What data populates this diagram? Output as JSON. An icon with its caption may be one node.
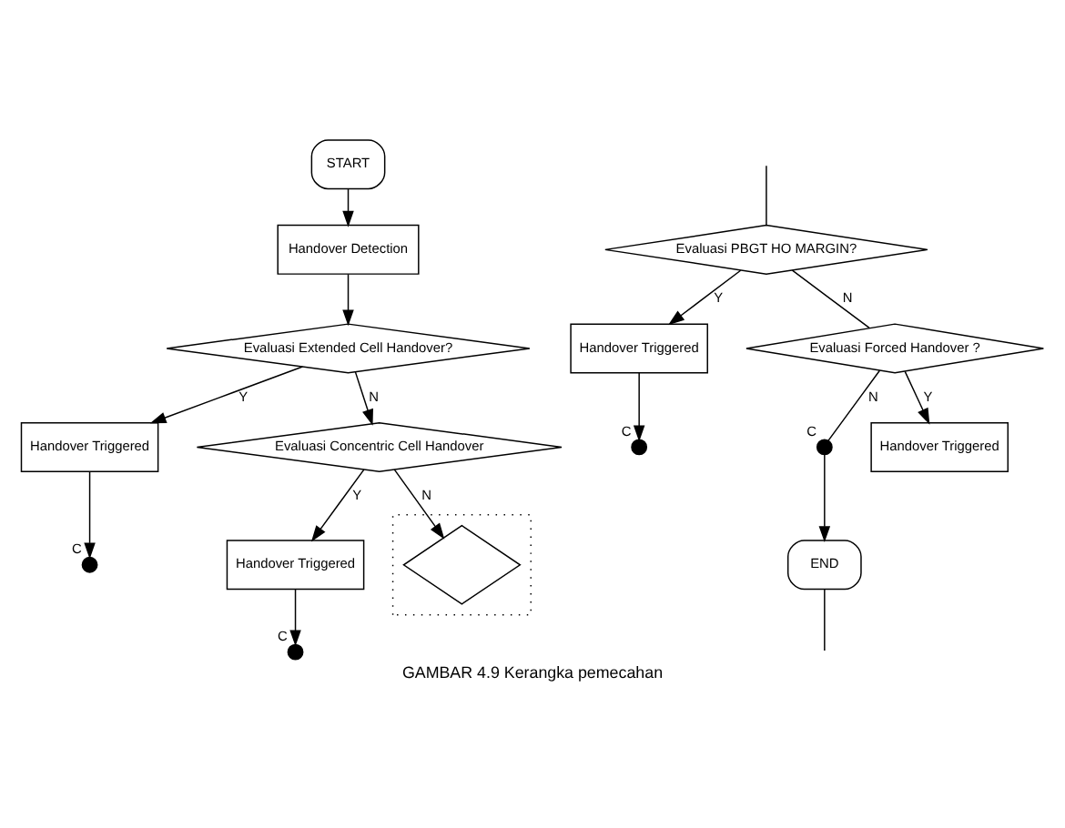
{
  "diagram": {
    "caption": "GAMBAR 4.9 Kerangka pemecahan",
    "nodes": [
      {
        "text": [
          "START"
        ]
      },
      {
        "text": [
          "Handover Detection"
        ]
      },
      {
        "text": [
          "Evaluasi Extended Cell Handover?"
        ]
      },
      {
        "text": [
          "Handover Triggered"
        ]
      },
      {
        "text": [],
        "shape": "circle",
        "beside": [
          "C"
        ]
      },
      {
        "text": [
          "Evaluasi Concentric Cell Handover"
        ]
      },
      {
        "text": [
          "Handover Triggered"
        ]
      },
      {
        "text": [],
        "shape": "circle",
        "beside": [
          "C"
        ]
      },
      {
        "text": [],
        "shape": "box"
      },
      {
        "text": [],
        "shape": "diamond",
        "in": 8
      },
      {
        "text": [
          "Evaluasi PBGT HO MARGIN?"
        ]
      },
      {
        "text": [
          "Handover Triggered"
        ]
      },
      {
        "text": [],
        "shape": "circle",
        "beside": [
          "C"
        ]
      },
      {
        "text": [
          "Evaluasi Forced Handover ?"
        ]
      },
      {
        "text": [],
        "shape": "circle",
        "beside": [
          "C"
        ]
      },
      {
        "text": [
          "END"
        ]
      },
      {
        "text": [
          "Handover Triggered"
        ]
      }
    ],
    "edges": [
      {
        "from": 0,
        "to": 1,
        "arrow": "to"
      },
      {
        "from": 1,
        "to": 2,
        "arrow": "to"
      },
      {
        "from": 2,
        "to": 3,
        "arrow": "to",
        "label": "Y"
      },
      {
        "from": 3,
        "to": 4,
        "arrow": "to"
      },
      {
        "from": 2,
        "to": 5,
        "arrow": "to",
        "label": "N"
      },
      {
        "from": 5,
        "to": 6,
        "arrow": "to",
        "label": "Y"
      },
      {
        "from": 6,
        "to": 7,
        "arrow": "to"
      },
      {
        "from": 5,
        "to": 9,
        "arrow": "to",
        "label": "N"
      },
      {
        "from": null,
        "to": 10,
        "arrow": "none"
      },
      {
        "from": 10,
        "to": 11,
        "arrow": "to",
        "label": "Y"
      },
      {
        "from": 11,
        "to": 12,
        "arrow": "to"
      },
      {
        "from": 10,
        "to": 13,
        "arrow": "none",
        "label": "N"
      },
      {
        "from": 13,
        "to": 14,
        "arrow": "none",
        "label": "N"
      },
      {
        "from": 14,
        "to": 15,
        "arrow": "to"
      },
      {
        "from": 13,
        "to": 16,
        "arrow": "to",
        "label": "Y"
      },
      {
        "from": 15,
        "to": null,
        "arrow": "none"
      }
    ]
  }
}
